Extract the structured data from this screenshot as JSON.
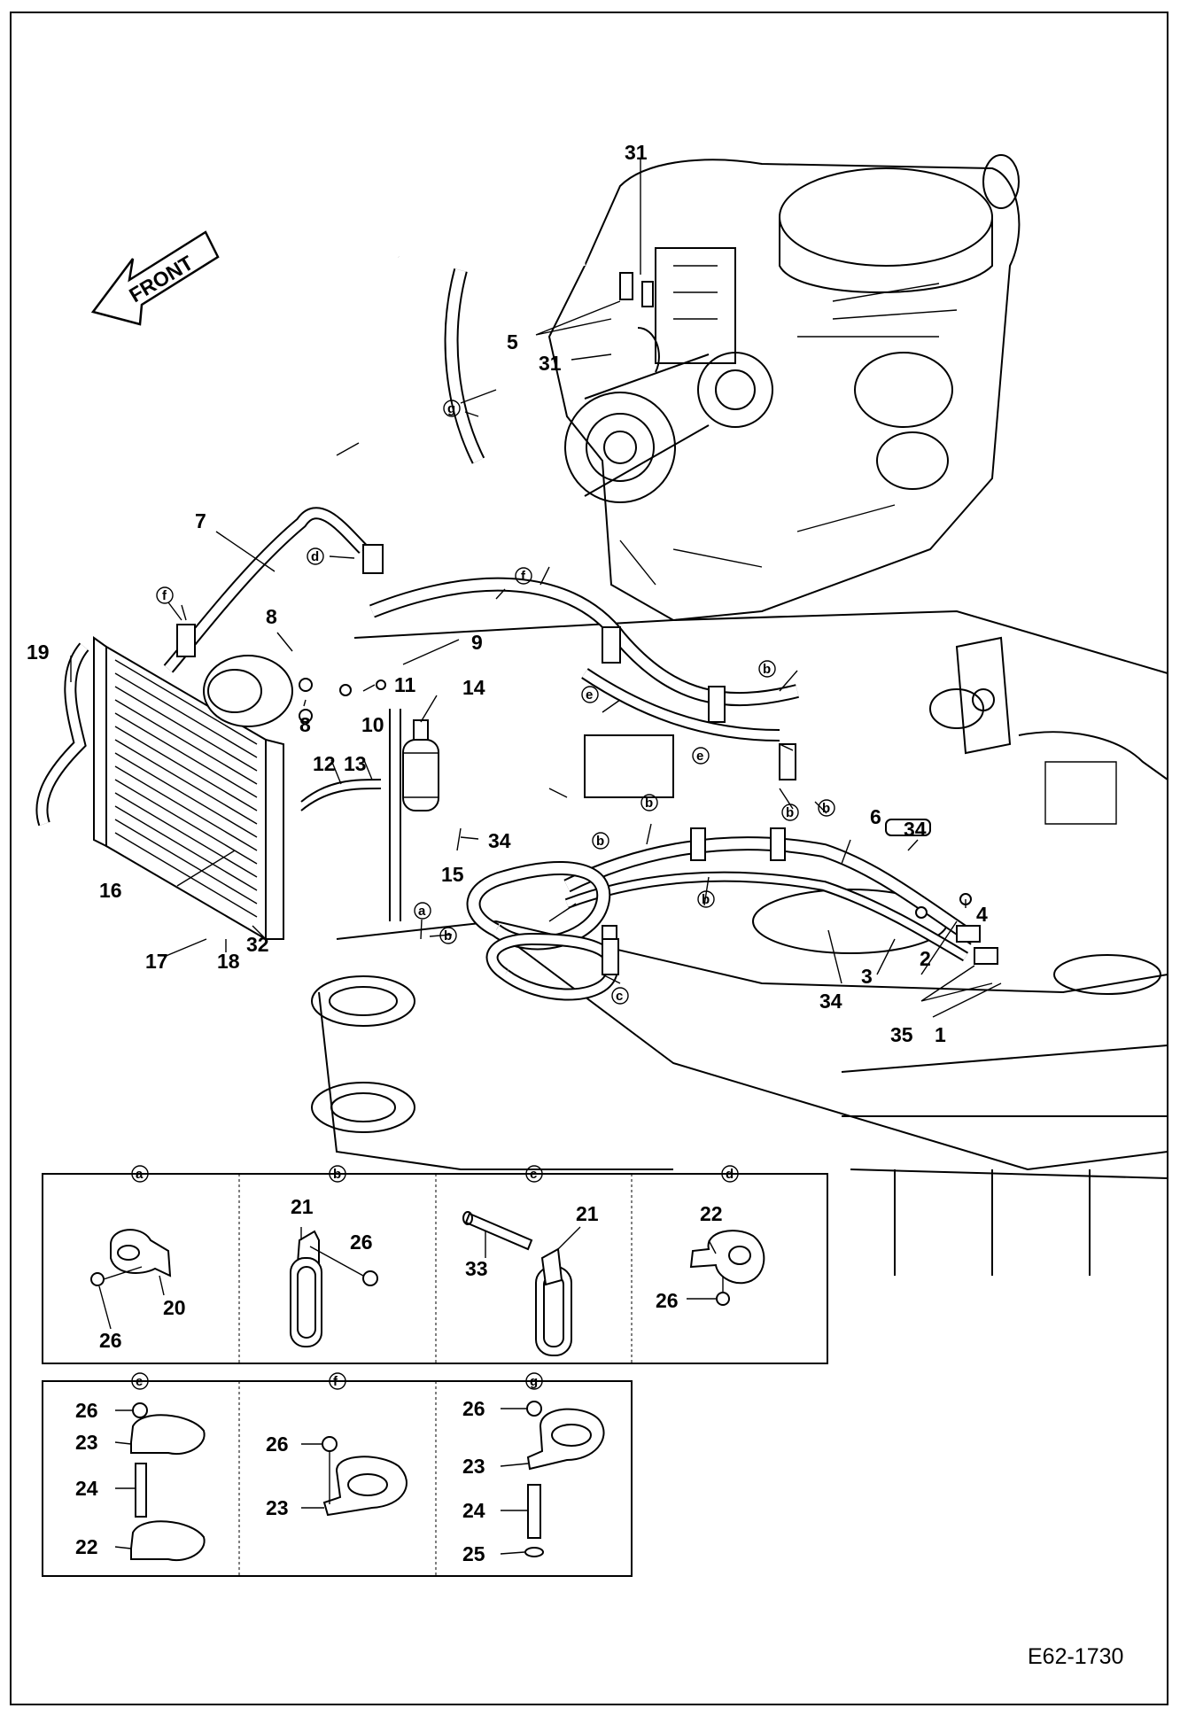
{
  "document": {
    "drawing_id": "E62-1730"
  },
  "orientation": {
    "label": "FRONT"
  },
  "callouts": {
    "c1": "1",
    "c2": "2",
    "c3": "3",
    "c4": "4",
    "c5": "5",
    "c6": "6",
    "c7": "7",
    "c8a": "8",
    "c8b": "8",
    "c9": "9",
    "c10": "10",
    "c11": "11",
    "c12": "12",
    "c13": "13",
    "c14": "14",
    "c15": "15",
    "c16": "16",
    "c17": "17",
    "c18": "18",
    "c19": "19",
    "c31a": "31",
    "c31b": "31",
    "c32": "32",
    "c34a": "34",
    "c34b": "34",
    "c34c": "34",
    "c35": "35"
  },
  "refs": {
    "g": "g",
    "d": "d",
    "f1": "f",
    "f2": "f",
    "e1": "e",
    "e2": "e",
    "b1": "b",
    "b2": "b",
    "b3": "b",
    "b4": "b",
    "b5": "b",
    "b6": "b",
    "b7": "b",
    "a": "a",
    "c": "c"
  },
  "detail_panels": [
    {
      "id": "a",
      "parts": [
        "20",
        "26"
      ]
    },
    {
      "id": "b",
      "parts": [
        "21",
        "26"
      ]
    },
    {
      "id": "c",
      "parts": [
        "33",
        "21"
      ]
    },
    {
      "id": "d",
      "parts": [
        "22",
        "26"
      ]
    },
    {
      "id": "e",
      "parts": [
        "26",
        "23",
        "24",
        "22"
      ]
    },
    {
      "id": "f",
      "parts": [
        "26",
        "23"
      ]
    },
    {
      "id": "g",
      "parts": [
        "26",
        "23",
        "24",
        "25"
      ]
    }
  ]
}
